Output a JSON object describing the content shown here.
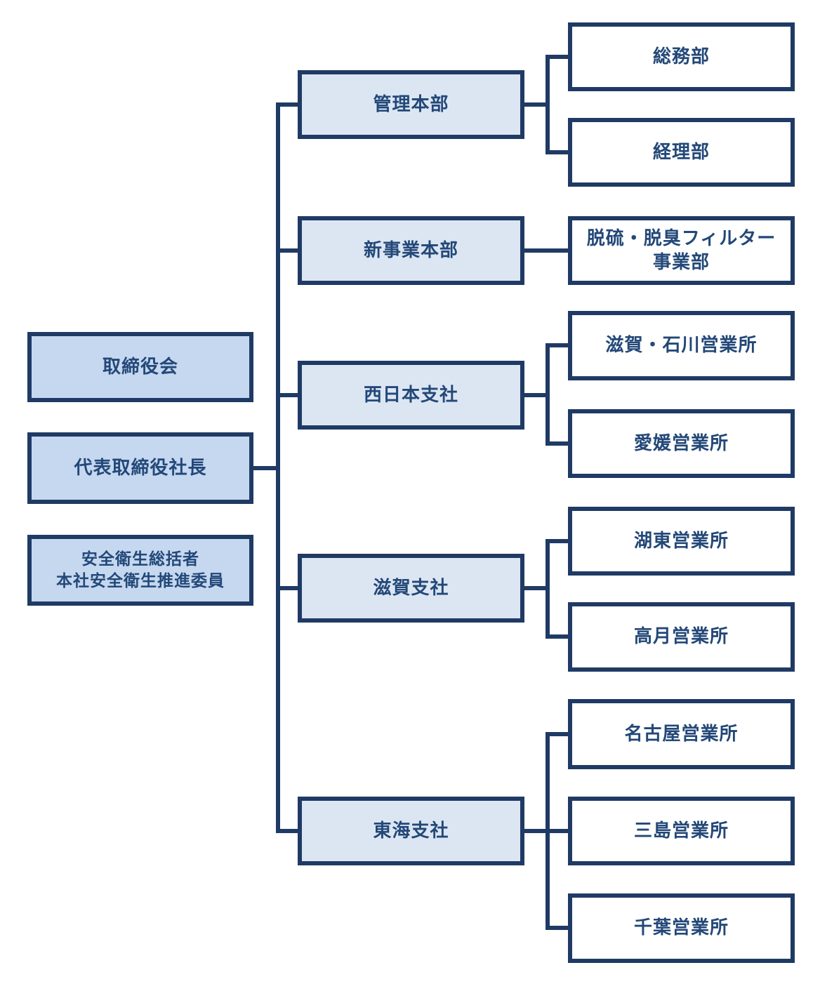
{
  "palette": {
    "navy": "#1F3A64",
    "text_navy": "#234878",
    "exec_fill": "#C5D8F0",
    "division_fill": "#DCE6F3",
    "office_fill": "#FFFFFF",
    "background": "#FFFFFF"
  },
  "chart_data": {
    "type": "org-chart",
    "nodes": {
      "board": {
        "label": "取締役会"
      },
      "president": {
        "label": "代表取締役社長"
      },
      "safety": {
        "line1": "安全衛生総括者",
        "line2": "本社安全衛生推進委員"
      },
      "admin_hq": {
        "label": "管理本部"
      },
      "new_business_hq": {
        "label": "新事業本部"
      },
      "west_japan_branch": {
        "label": "西日本支社"
      },
      "shiga_branch": {
        "label": "滋賀支社"
      },
      "tokai_branch": {
        "label": "東海支社"
      },
      "general_affairs": {
        "label": "総務部"
      },
      "accounting": {
        "label": "経理部"
      },
      "filter_business": {
        "line1": "脱硫・脱臭フィルター",
        "line2": "事業部"
      },
      "shiga_ishikawa_office": {
        "label": "滋賀・石川営業所"
      },
      "ehime_office": {
        "label": "愛媛営業所"
      },
      "koto_office": {
        "label": "湖東営業所"
      },
      "takatsuki_office": {
        "label": "高月営業所"
      },
      "nagoya_office": {
        "label": "名古屋営業所"
      },
      "mishima_office": {
        "label": "三島営業所"
      },
      "chiba_office": {
        "label": "千葉営業所"
      }
    },
    "edges": [
      {
        "parent": "president",
        "child": "admin_hq"
      },
      {
        "parent": "president",
        "child": "new_business_hq"
      },
      {
        "parent": "president",
        "child": "west_japan_branch"
      },
      {
        "parent": "president",
        "child": "shiga_branch"
      },
      {
        "parent": "president",
        "child": "tokai_branch"
      },
      {
        "parent": "admin_hq",
        "child": "general_affairs"
      },
      {
        "parent": "admin_hq",
        "child": "accounting"
      },
      {
        "parent": "new_business_hq",
        "child": "filter_business"
      },
      {
        "parent": "west_japan_branch",
        "child": "shiga_ishikawa_office"
      },
      {
        "parent": "west_japan_branch",
        "child": "ehime_office"
      },
      {
        "parent": "shiga_branch",
        "child": "koto_office"
      },
      {
        "parent": "shiga_branch",
        "child": "takatsuki_office"
      },
      {
        "parent": "tokai_branch",
        "child": "nagoya_office"
      },
      {
        "parent": "tokai_branch",
        "child": "mishima_office"
      },
      {
        "parent": "tokai_branch",
        "child": "chiba_office"
      }
    ]
  }
}
